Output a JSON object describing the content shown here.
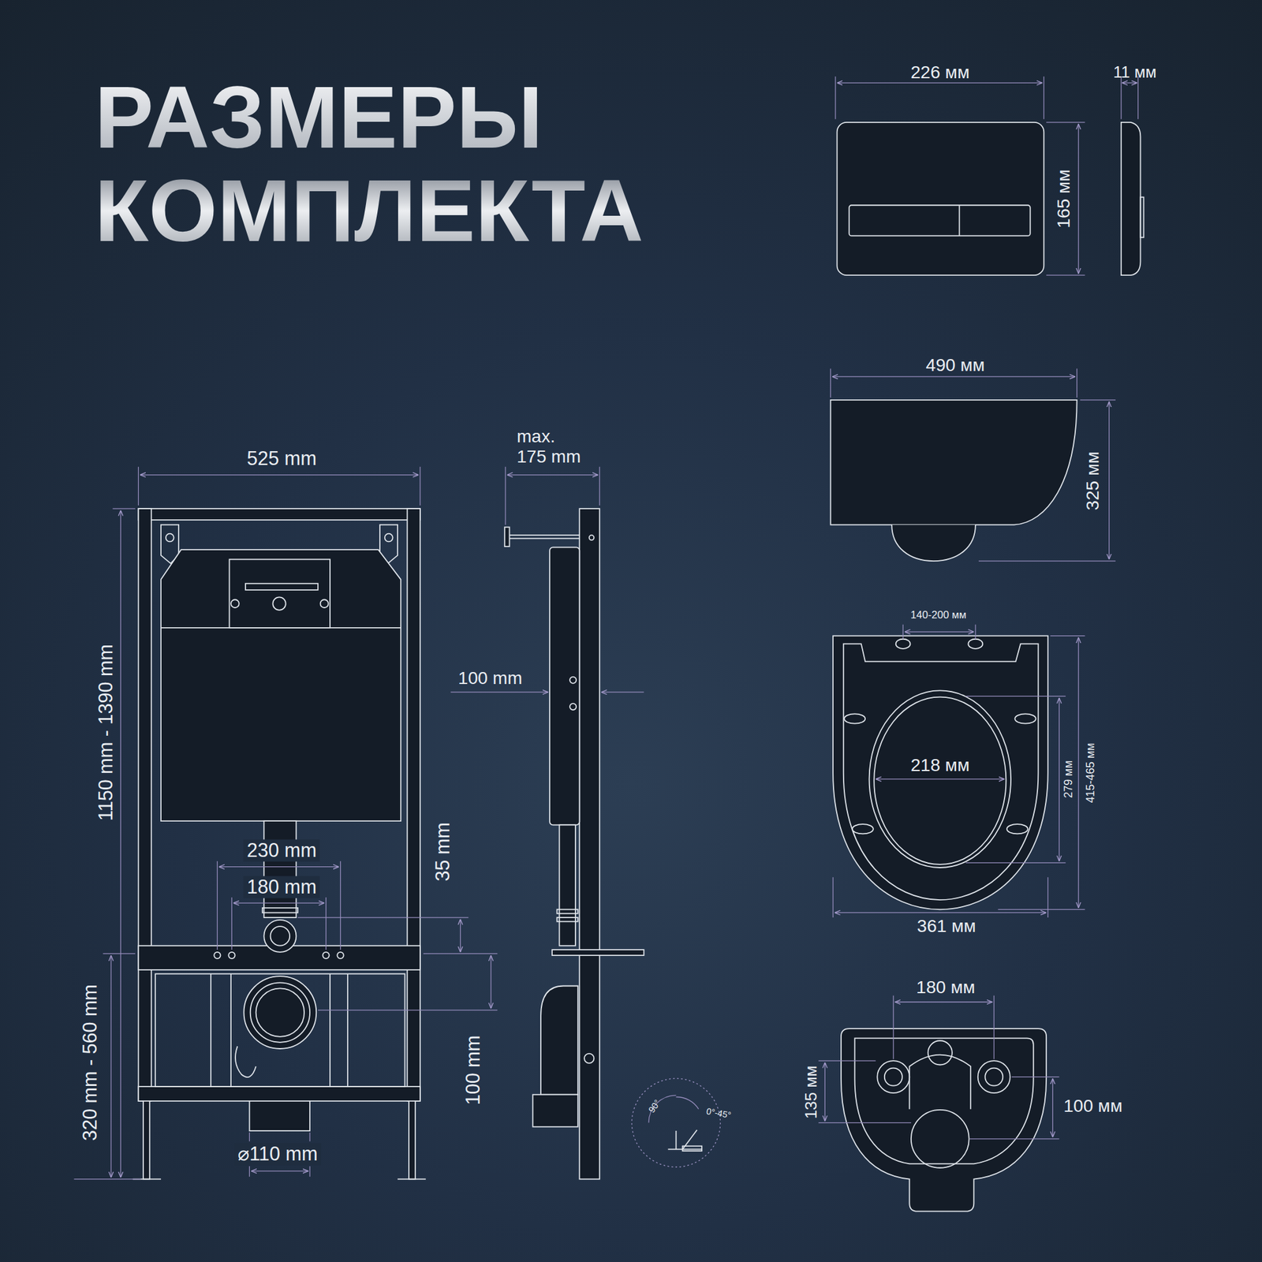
{
  "diagram": {
    "title": "РАЗМЕРЫ КОМПЛЕКТА",
    "labels": [
      "226 мм",
      "11 мм",
      "165 мм",
      "490 мм",
      "325 мм",
      "525 mm",
      "max. 175 mm",
      "140-200 мм",
      "100 mm",
      "218 мм",
      "279 мм",
      "415-465 мм",
      "1150 mm - 1390 mm",
      "35 mm",
      "230 mm",
      "180 mm",
      "361 мм",
      "180 мм",
      "320 mm - 560 mm",
      "135 мм",
      "100 мм",
      "100 mm",
      "90°",
      "0°-45°",
      "⌀110 mm"
    ]
  }
}
